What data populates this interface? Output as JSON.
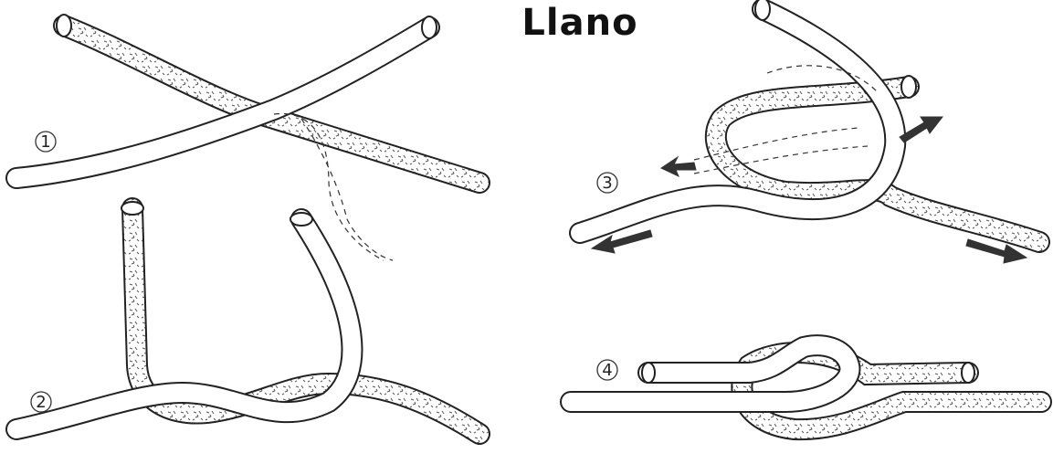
{
  "title": "Llano",
  "steps": [
    {
      "number": "1"
    },
    {
      "number": "2"
    },
    {
      "number": "3"
    },
    {
      "number": "4"
    }
  ],
  "colors": {
    "ink": "#222222",
    "background": "#ffffff"
  }
}
